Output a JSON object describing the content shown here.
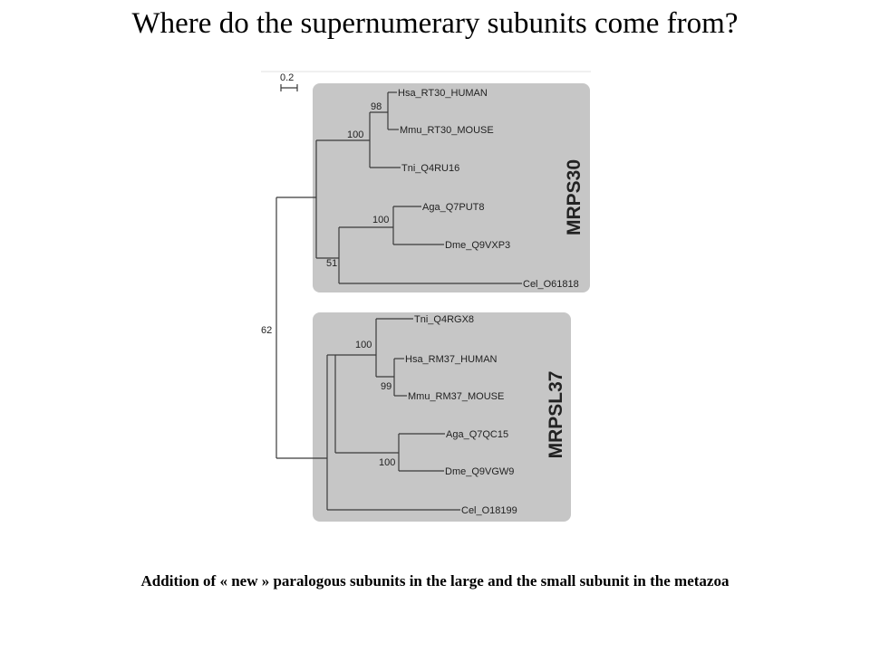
{
  "slide": {
    "title": "Where do the supernumerary subunits come from?",
    "caption": "Addition of  « new »  paralogous subunits in the large and the small subunit in the metazoa"
  },
  "tree": {
    "scale_label": "0.2",
    "groups": [
      {
        "name": "MRPS30",
        "leaves": [
          "Hsa_RT30_HUMAN",
          "Mmu_RT30_MOUSE",
          "Tni_Q4RU16",
          "Aga_Q7PUT8",
          "Dme_Q9VXP3",
          "Cel_O61818"
        ],
        "bootstraps": [
          "98",
          "100",
          "100",
          "51"
        ]
      },
      {
        "name": "MRPSL37",
        "leaves": [
          "Tni_Q4RGX8",
          "Hsa_RM37_HUMAN",
          "Mmu_RM37_MOUSE",
          "Aga_Q7QC15",
          "Dme_Q9VGW9",
          "Cel_O18199"
        ],
        "bootstraps": [
          "100",
          "99",
          "100"
        ]
      }
    ],
    "root_bootstrap": "62",
    "colors": {
      "panel": "#c6c6c6",
      "branch": "#3a3a3a",
      "text": "#222222"
    }
  }
}
